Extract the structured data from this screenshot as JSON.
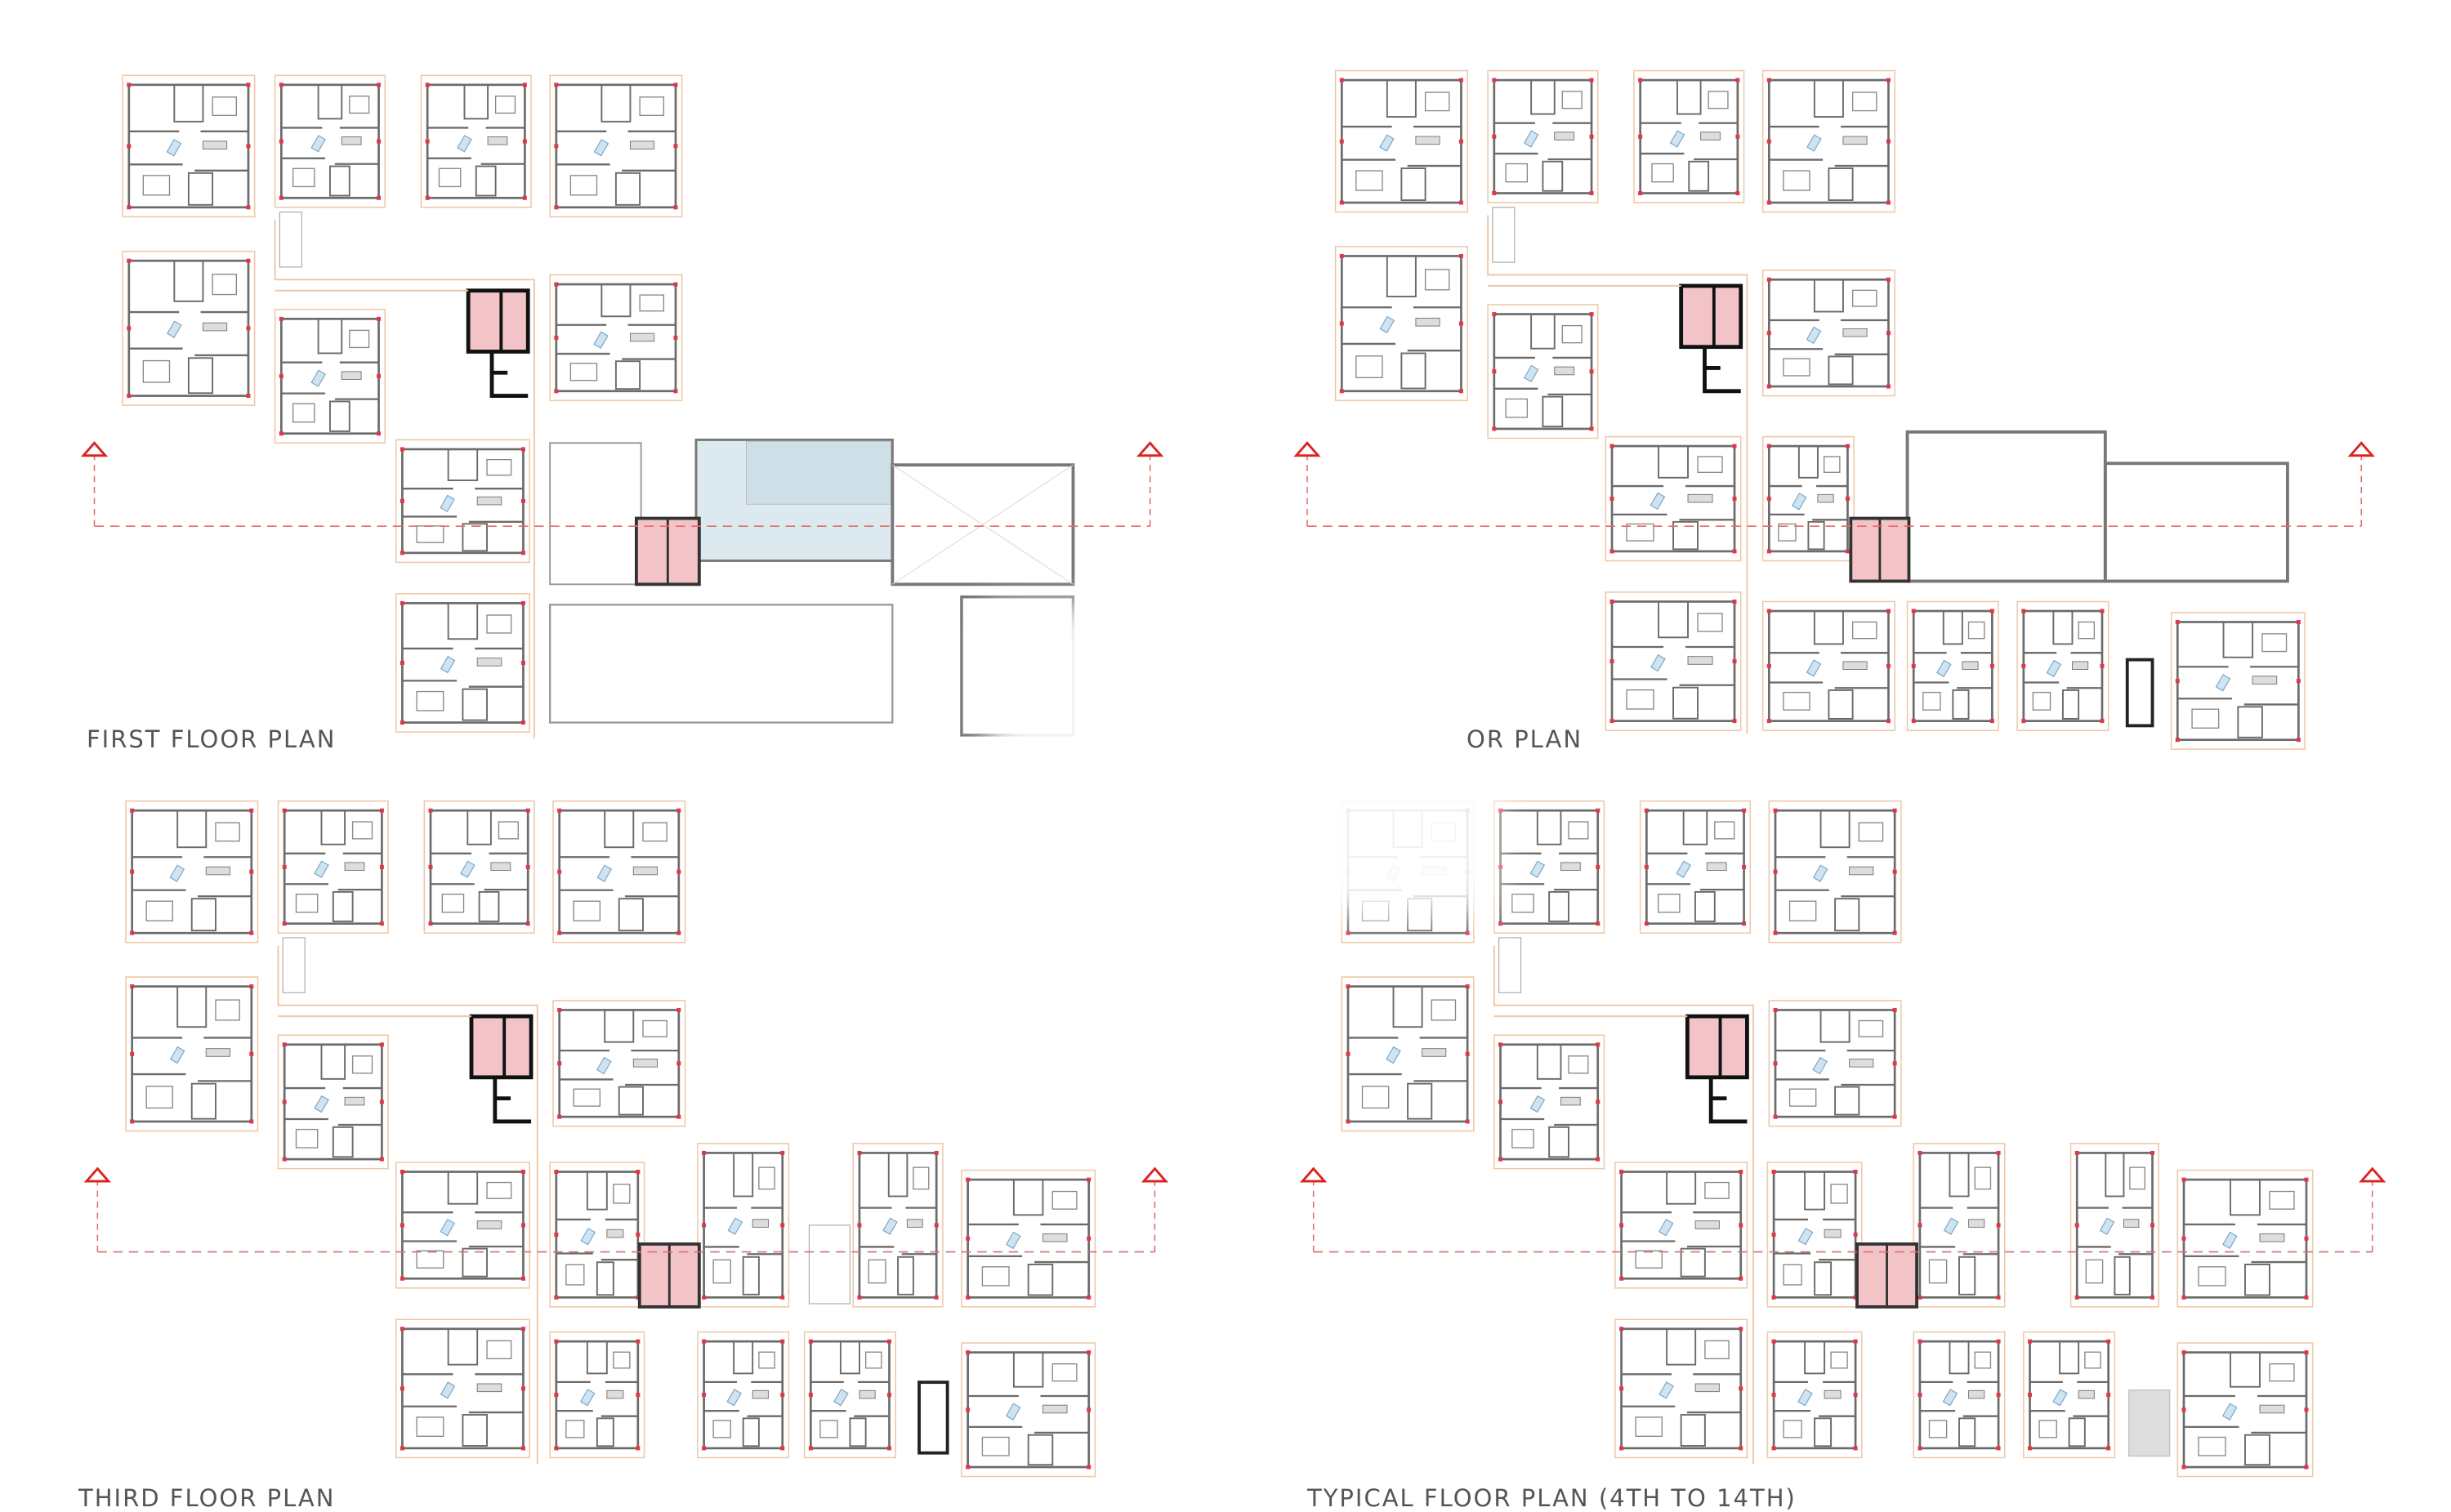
{
  "plans": [
    {
      "title": "FIRST FLOOR PLAN"
    },
    {
      "title": "OR PLAN"
    },
    {
      "title": "THIRD FLOOR PLAN"
    },
    {
      "title": "TYPICAL FLOOR PLAN (4TH TO 14TH)"
    }
  ],
  "colors": {
    "wall": "#6b6b6b",
    "outline": "#efc7a6",
    "column": "#e0384a",
    "core": "#111111",
    "fire": "#f2c4c8",
    "pool": "#dce9ef",
    "section": "#e46a6a"
  }
}
